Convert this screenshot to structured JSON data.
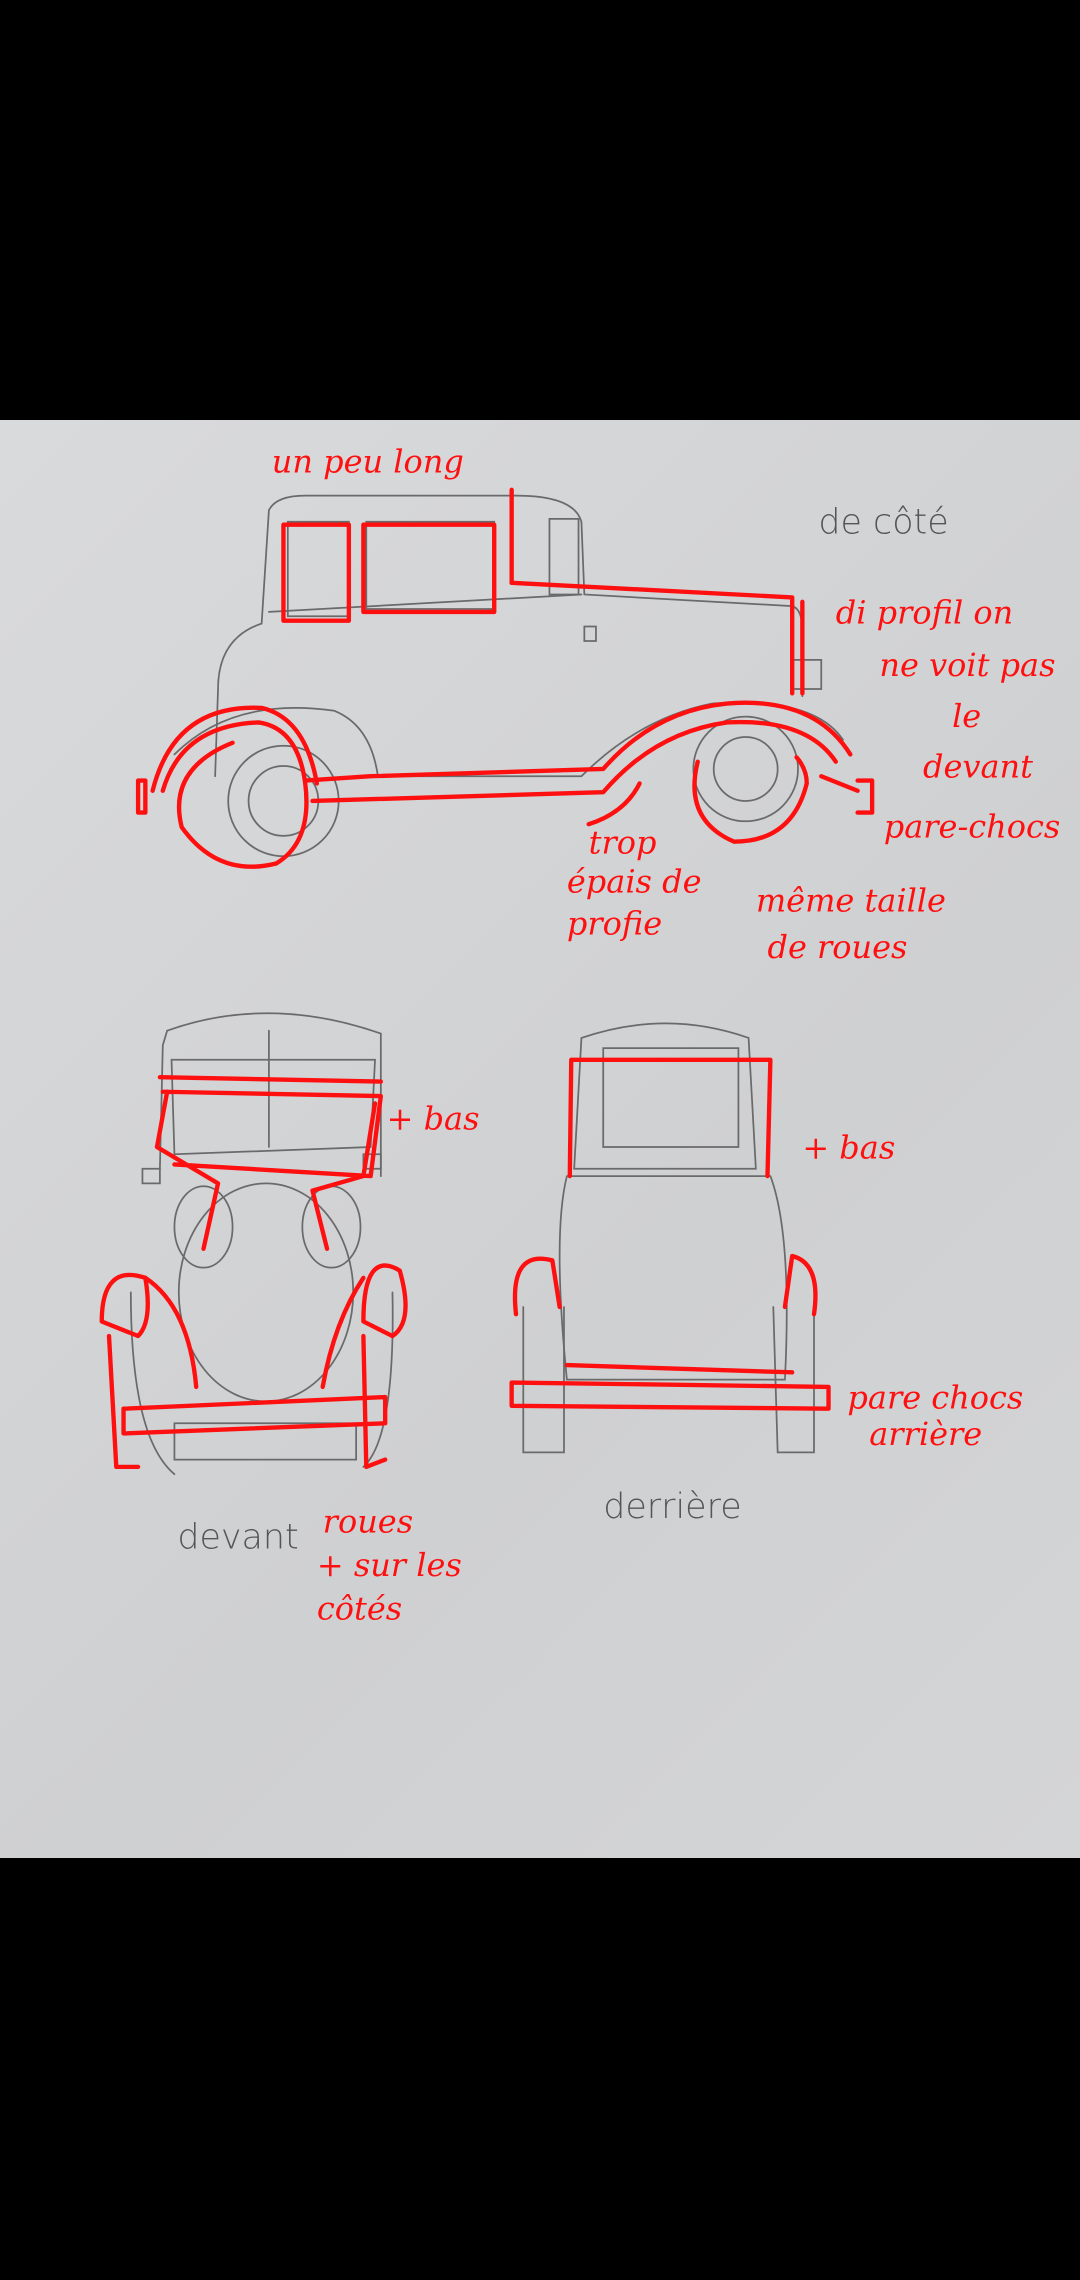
{
  "photo": {
    "subject": "car-sketch-with-corrections",
    "colors": {
      "background": "#000000",
      "paper": "#d6d7d9",
      "pencil": "#6a6a6a",
      "annotation": "#ff1010"
    },
    "pencil_labels": {
      "side_view": "de côté",
      "front_view": "devant",
      "rear_view": "derrière"
    },
    "annotations": {
      "top": "un peu long",
      "profile": [
        "di profil on",
        "ne voit pas",
        "le",
        "devant"
      ],
      "bumper": "pare-chocs",
      "thickness": [
        "trop",
        "épais de",
        "profie"
      ],
      "wheels_same": [
        "même taille",
        "de roues"
      ],
      "front_lower": "+ bas",
      "rear_lower": "+ bas",
      "rear_bumper": [
        "pare chocs",
        "arrière"
      ],
      "front_wheels": [
        "roues",
        "+ sur les",
        "côtés"
      ]
    }
  }
}
